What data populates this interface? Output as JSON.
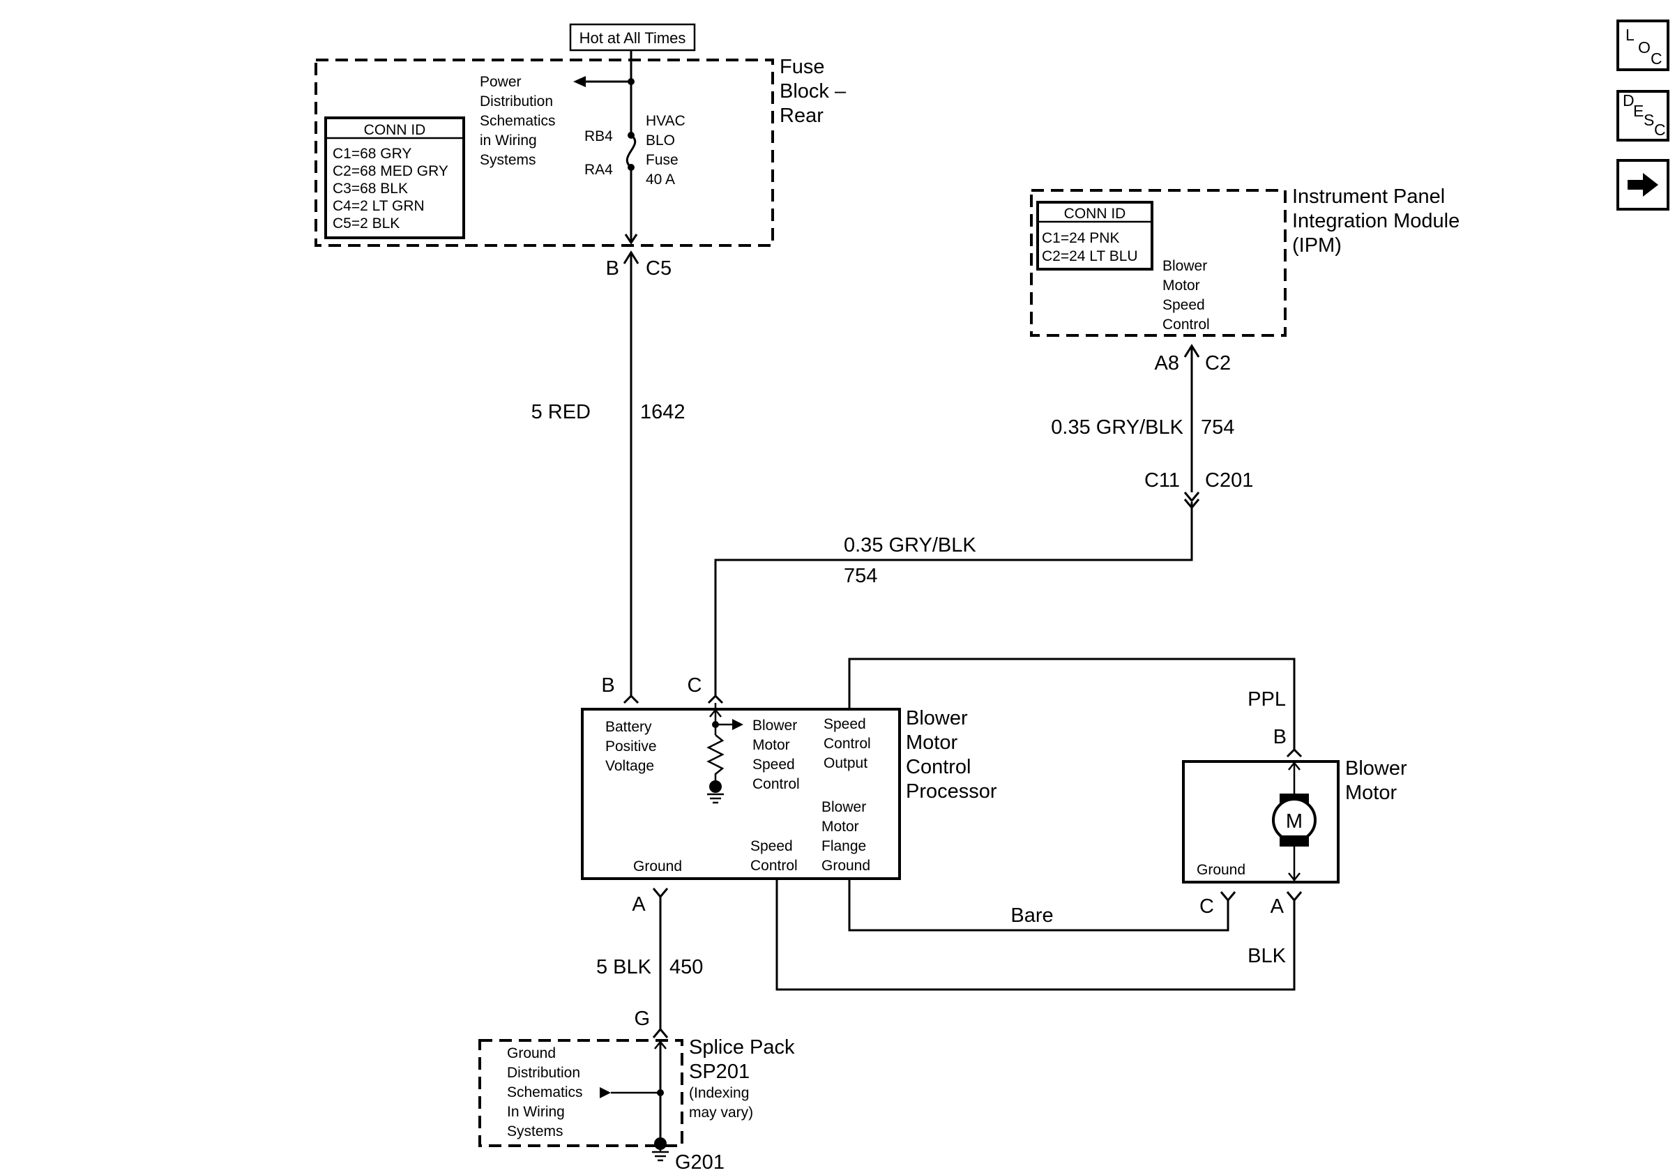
{
  "top_label": "Hot at All Times",
  "fuse_block": {
    "title_lines": [
      "Fuse",
      "Block –",
      "Rear"
    ],
    "power_dist_lines": [
      "Power",
      "Distribution",
      "Schematics",
      "in Wiring",
      "Systems"
    ],
    "rb4": "RB4",
    "ra4": "RA4",
    "fuse_lines": [
      "HVAC",
      "BLO",
      "Fuse",
      "40 A"
    ],
    "conn_header": "CONN ID",
    "conn_rows": [
      "C1=68 GRY",
      "C2=68 MED GRY",
      "C3=68 BLK",
      "C4=2 LT GRN",
      "C5=2 BLK"
    ],
    "pin_left": "B",
    "pin_right": "C5"
  },
  "ipm": {
    "title_lines": [
      "Instrument Panel",
      "Integration Module",
      "(IPM)"
    ],
    "conn_header": "CONN ID",
    "conn_rows": [
      "C1=24 PNK",
      "C2=24 LT BLU"
    ],
    "function_lines": [
      "Blower",
      "Motor",
      "Speed",
      "Control"
    ],
    "pin_left": "A8",
    "pin_right": "C2"
  },
  "wires": {
    "red_size_color": "5 RED",
    "red_circuit": "1642",
    "gry_size_color": "0.35 GRY/BLK",
    "gry_circuit": "754",
    "inline_left": "C11",
    "inline_right": "C201",
    "gry2_size_color": "0.35 GRY/BLK",
    "gry2_circuit": "754",
    "ppl": "PPL",
    "bare": "Bare",
    "blk": "BLK",
    "ground_size_color": "5 BLK",
    "ground_circuit": "450"
  },
  "processor": {
    "pin_b": "B",
    "pin_c": "C",
    "pin_a": "A",
    "title_lines": [
      "Blower",
      "Motor",
      "Control",
      "Processor"
    ],
    "battery_lines": [
      "Battery",
      "Positive",
      "Voltage"
    ],
    "bmsc_lines": [
      "Blower",
      "Motor",
      "Speed",
      "Control"
    ],
    "sco_lines": [
      "Speed",
      "Control",
      "Output"
    ],
    "flange_lines": [
      "Blower",
      "Motor",
      "Flange",
      "Ground"
    ],
    "speed_ctrl_lines": [
      "Speed",
      "Control"
    ],
    "ground": "Ground"
  },
  "blower_motor": {
    "title_lines": [
      "Blower",
      "Motor"
    ],
    "pin_b": "B",
    "pin_c": "C",
    "pin_a": "A",
    "ground": "Ground",
    "motor_symbol": "M"
  },
  "splice_pack": {
    "pin": "G",
    "title_lines": [
      "Splice Pack",
      "SP201",
      "(Indexing",
      "may vary)"
    ],
    "ground_dist_lines": [
      "Ground",
      "Distribution",
      "Schematics",
      "In Wiring",
      "Systems"
    ],
    "ground_id": "G201"
  },
  "nav": {
    "loc": [
      "L",
      "O",
      "C"
    ],
    "desc": [
      "D",
      "E",
      "S",
      "C"
    ],
    "next_icon": "right-arrow-icon"
  }
}
